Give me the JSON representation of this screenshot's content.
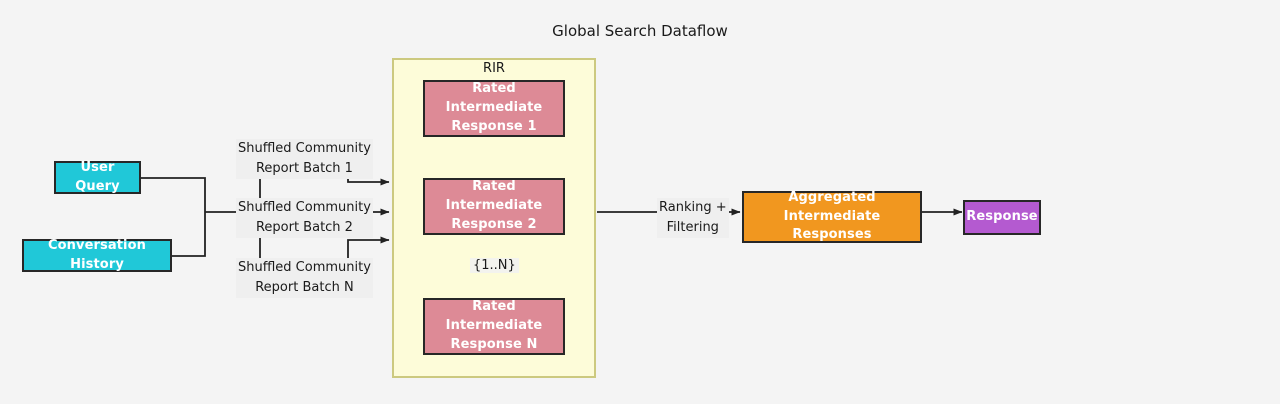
{
  "diagram": {
    "title": "Global Search Dataflow",
    "background_color": "#f4f4f4",
    "type": "flowchart"
  },
  "cluster": {
    "label": "RIR",
    "fill_color": "#fdfcd9",
    "border_color": "#ccc97f"
  },
  "nodes": {
    "user_query": {
      "label": "User Query",
      "color": "#20c8d8"
    },
    "conversation_history": {
      "label": "Conversation History",
      "color": "#20c8d8"
    },
    "rir_1": {
      "line1": "Rated Intermediate",
      "line2": "Response 1",
      "color": "#dd8a96"
    },
    "rir_2": {
      "line1": "Rated Intermediate",
      "line2": "Response 2",
      "color": "#dd8a96"
    },
    "rir_n": {
      "line1": "Rated Intermediate",
      "line2": "Response N",
      "color": "#dd8a96"
    },
    "aggregated": {
      "line1": "Aggregated Intermediate",
      "line2": "Responses",
      "color": "#f1971f"
    },
    "response": {
      "label": "Response",
      "color": "#b45ad0"
    }
  },
  "edge_labels": {
    "batch_1_line1": "Shuffled Community",
    "batch_1_line2": "Report Batch 1",
    "batch_2_line1": "Shuffled Community",
    "batch_2_line2": "Report Batch 2",
    "batch_n_line1": "Shuffled Community",
    "batch_n_line2": "Report Batch N",
    "ranking_line1": "Ranking +",
    "ranking_line2": "Filtering",
    "range_marker": "{1..N}"
  }
}
